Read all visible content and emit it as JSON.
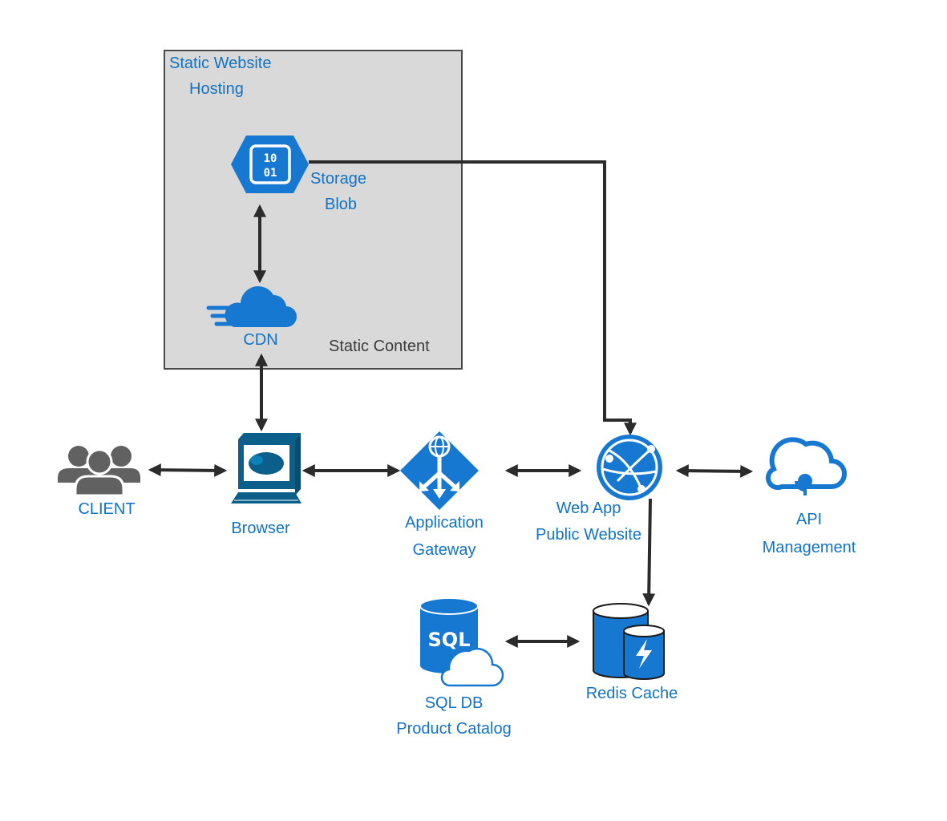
{
  "group": {
    "title_line1": "Static Website",
    "title_line2": "Hosting",
    "note": "Static Content"
  },
  "nodes": {
    "storage_blob": {
      "line1": "Storage",
      "line2": "Blob",
      "icon": "storage-blob-icon"
    },
    "cdn": {
      "line1": "CDN",
      "icon": "cdn-icon"
    },
    "client": {
      "line1": "CLIENT",
      "icon": "users-icon"
    },
    "browser": {
      "line1": "Browser",
      "icon": "browser-icon"
    },
    "app_gateway": {
      "line1": "Application",
      "line2": "Gateway",
      "icon": "application-gateway-icon"
    },
    "web_app": {
      "line1": "Web App",
      "line2": "Public Website",
      "icon": "web-app-icon"
    },
    "api_mgmt": {
      "line1": "API",
      "line2": "Management",
      "icon": "api-management-icon"
    },
    "sql_db": {
      "line1": "SQL DB",
      "line2": "Product Catalog",
      "icon": "sql-database-icon",
      "badge": "SQL"
    },
    "redis": {
      "line1": "Redis Cache",
      "icon": "redis-cache-icon"
    }
  },
  "colors": {
    "azure_blue": "#1273c4",
    "icon_blue": "#0e72d2",
    "group_fill": "#d9d9d9",
    "group_border": "#4a4a4a",
    "arrow": "#2b2b2b",
    "client_gray": "#616161",
    "browser_teal": "#0b5f8a"
  }
}
